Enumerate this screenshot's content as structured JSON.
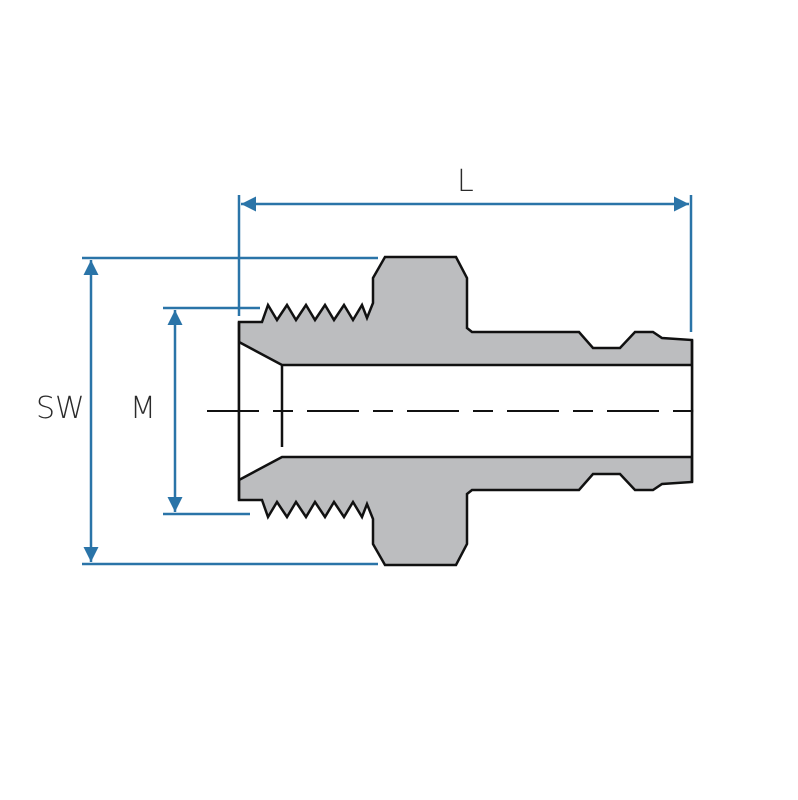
{
  "diagram": {
    "title_hidden": null,
    "labels": {
      "length": "L",
      "hex_size": "SW",
      "thread": "M"
    },
    "colors": {
      "dimension": "#2a74a8",
      "body_fill": "#bcbdbf",
      "outline": "#111111"
    }
  }
}
